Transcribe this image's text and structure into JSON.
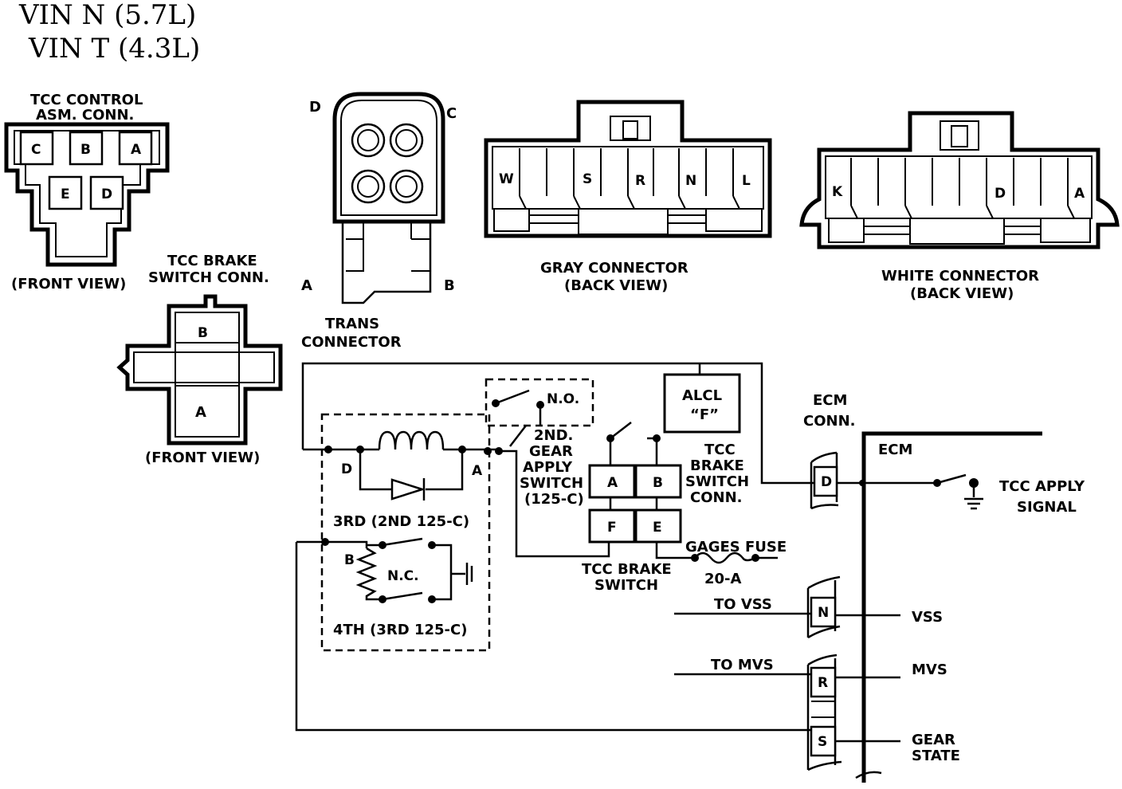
{
  "header": {
    "line1": "VIN  N  (5.7L)",
    "line2": "VIN  T  (4.3L)"
  },
  "tcc_control_conn": {
    "title1": "TCC CONTROL",
    "title2": "ASM. CONN.",
    "view": "(FRONT VIEW)",
    "pins": [
      "C",
      "B",
      "A",
      "E",
      "D"
    ]
  },
  "trans_conn": {
    "corner_d": "D",
    "corner_c": "C",
    "corner_a": "A",
    "corner_b": "B",
    "title1": "TRANS",
    "title2": "CONNECTOR"
  },
  "gray_conn": {
    "pins": [
      "W",
      "S",
      "R",
      "N",
      "L"
    ],
    "title1": "GRAY CONNECTOR",
    "title2": "(BACK VIEW)"
  },
  "white_conn": {
    "pins": [
      "K",
      "D",
      "A"
    ],
    "title1": "WHITE CONNECTOR",
    "title2": "(BACK VIEW)"
  },
  "brake_switch_conn_view": {
    "title1": "TCC BRAKE",
    "title2": "SWITCH CONN.",
    "pin_b": "B",
    "pin_a": "A",
    "view": "(FRONT VIEW)"
  },
  "schematic": {
    "no_label": "N.O.",
    "d_label": "D",
    "a_label": "A",
    "gear_switch": [
      "2ND.",
      "GEAR",
      "APPLY",
      "SWITCH",
      "(125-C)"
    ],
    "third_label": "3RD  (2ND 125-C)",
    "b_label": "B",
    "nc_label": "N.C.",
    "fourth_label": "4TH  (3RD 125-C)",
    "alcl1": "ALCL",
    "alcl2": "“F”",
    "brake_pins": [
      "A",
      "B",
      "F",
      "E"
    ],
    "brake_conn": [
      "TCC",
      "BRAKE",
      "SWITCH",
      "CONN."
    ],
    "brake_switch1": "TCC BRAKE",
    "brake_switch2": "SWITCH",
    "gages_fuse": "GAGES FUSE",
    "fuse_rating": "20-A",
    "ecm_conn1": "ECM",
    "ecm_conn2": "CONN.",
    "ecm": "ECM",
    "ecm_pins": [
      "D",
      "N",
      "R",
      "S"
    ],
    "tcc_apply1": "TCC APPLY",
    "tcc_apply2": "SIGNAL",
    "to_vss": "TO VSS",
    "vss": "VSS",
    "to_mvs": "TO MVS",
    "mvs": "MVS",
    "gear1": "GEAR",
    "gear2": "STATE"
  }
}
